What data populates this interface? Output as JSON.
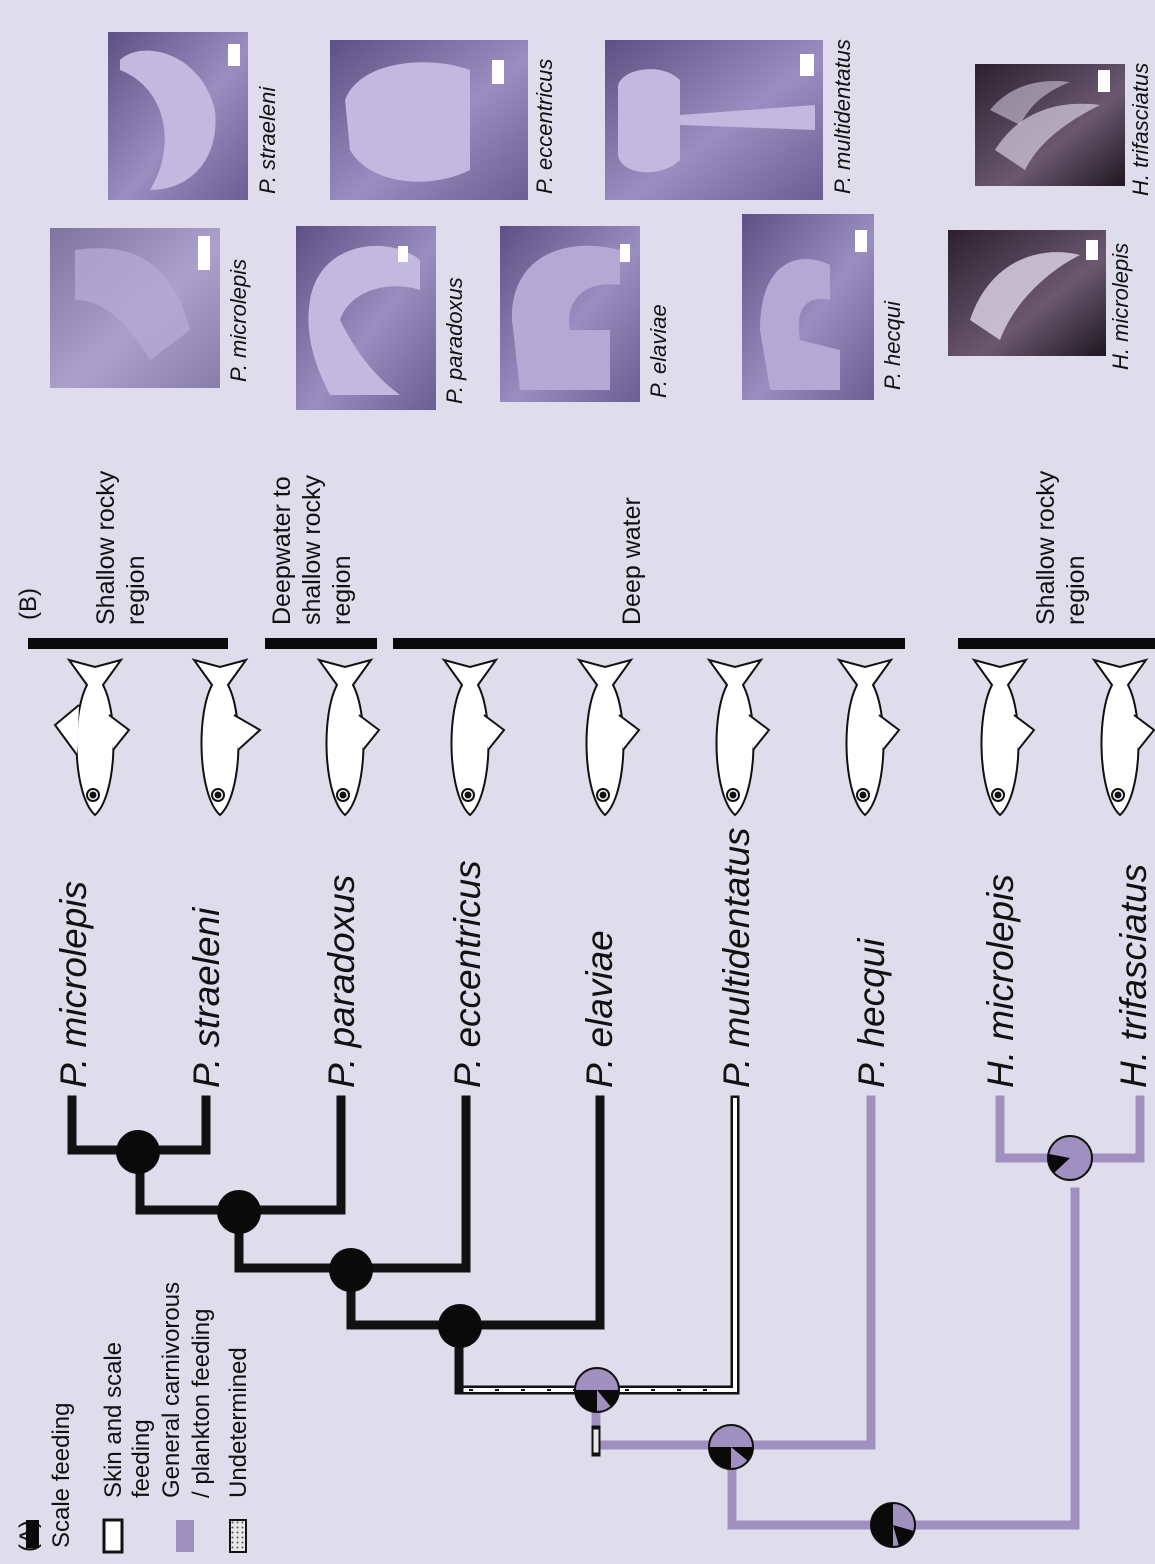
{
  "figure": {
    "panel_a_label": "(A)",
    "panel_b_label": "(B)",
    "legend": [
      {
        "key": "scale",
        "label_lines": [
          "Scale feeding"
        ],
        "color": "#0a0a0a"
      },
      {
        "key": "skin",
        "label_lines": [
          "Skin and scale",
          "feeding"
        ],
        "color": "#ffffff"
      },
      {
        "key": "carn",
        "label_lines": [
          "General carnivorous",
          "/ plankton feeding"
        ],
        "color": "#a090c0"
      },
      {
        "key": "undet",
        "label_lines": [
          "Undetermined"
        ],
        "color": "#cfcfcf"
      }
    ],
    "species": [
      {
        "name": "P. microlepis",
        "feeding": "scale"
      },
      {
        "name": "P. straeleni",
        "feeding": "scale"
      },
      {
        "name": "P. paradoxus",
        "feeding": "scale"
      },
      {
        "name": "P. eccentricus",
        "feeding": "scale"
      },
      {
        "name": "P. elaviae",
        "feeding": "scale"
      },
      {
        "name": "P. multidentatus",
        "feeding": "skin"
      },
      {
        "name": "P. hecqui",
        "feeding": "carn"
      },
      {
        "name": "H. microlepis",
        "feeding": "carn"
      },
      {
        "name": "H. trifasciatus",
        "feeding": "carn"
      }
    ],
    "habitats": [
      {
        "label_lines": [
          "Shallow rocky",
          "region"
        ]
      },
      {
        "label_lines": [
          "Deepwater to",
          "shallow rocky",
          "region"
        ]
      },
      {
        "label_lines": [
          "Deep water"
        ]
      },
      {
        "label_lines": [
          "Shallow rocky",
          "region"
        ]
      }
    ],
    "tooth_photos": [
      {
        "caption": "P. microlepis"
      },
      {
        "caption": "P. straeleni"
      },
      {
        "caption": "P. paradoxus"
      },
      {
        "caption": "P. eccentricus"
      },
      {
        "caption": "P. elaviae"
      },
      {
        "caption": "P. multidentatus"
      },
      {
        "caption": "P. hecqui"
      },
      {
        "caption": "H. microlepis"
      },
      {
        "caption": "H. trifasciatus"
      }
    ],
    "colors": {
      "background": "#dfdcec",
      "scale_feeding": "#0a0a0a",
      "skin_feeding": "#ffffff",
      "carnivorous": "#a090c0",
      "sem_photo": "#8f82b3"
    }
  }
}
